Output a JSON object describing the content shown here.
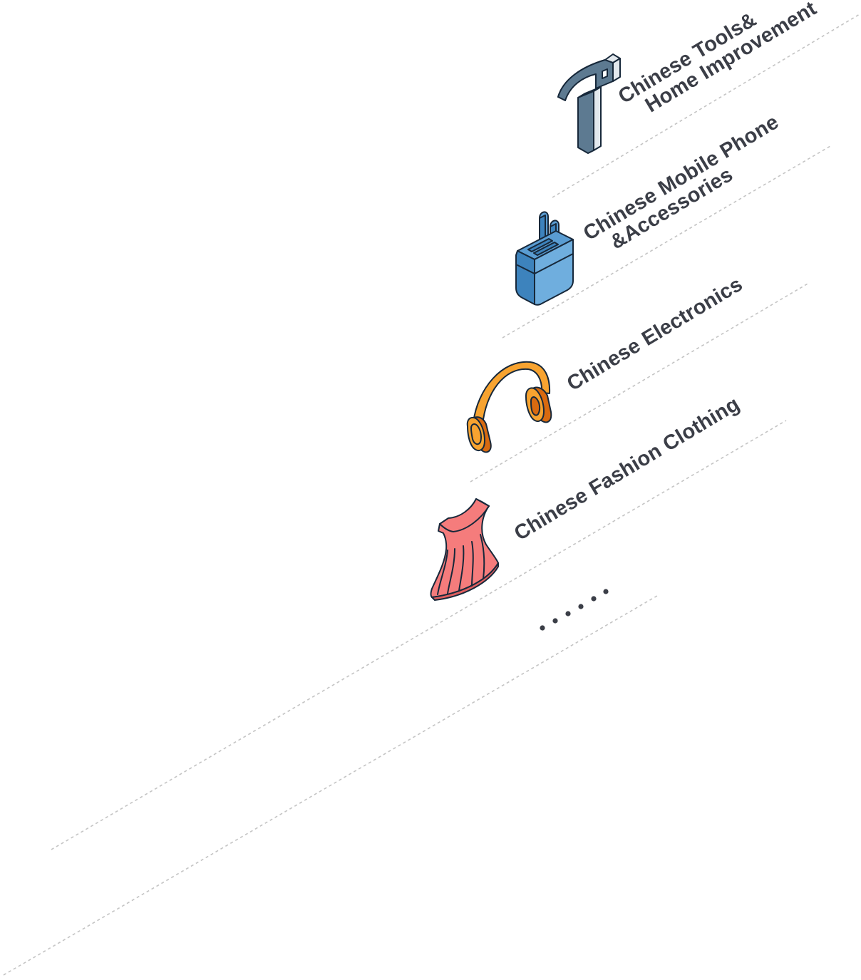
{
  "categories": [
    {
      "id": "tools",
      "lines": [
        "Chinese Tools&",
        "Home Improvement"
      ],
      "icon": "hammer-icon",
      "colors": {
        "front": "#5d7a91",
        "side": "#e3e9ee",
        "top": "#8fa7b8"
      }
    },
    {
      "id": "mobile",
      "lines": [
        "Chinese Mobile Phone",
        "&Accessories"
      ],
      "icon": "phone-charger-icon",
      "colors": {
        "front": "#6faede",
        "side": "#3d83bd",
        "top": "#5a9dd3"
      }
    },
    {
      "id": "electronics",
      "lines": [
        "Chinese Electronics"
      ],
      "icon": "headphones-icon",
      "colors": {
        "main": "#f7a330",
        "dark": "#d86a10"
      }
    },
    {
      "id": "fashion",
      "lines": [
        "Chinese Fashion Clothing"
      ],
      "icon": "dress-icon",
      "colors": {
        "main": "#f57c7c",
        "dark": "#e05f5f"
      }
    }
  ],
  "more": {
    "icon": "ellipsis-dots-icon",
    "color": "#3b3e47"
  },
  "line_color": "#c4c4c4",
  "text_color": "#3b3e47"
}
